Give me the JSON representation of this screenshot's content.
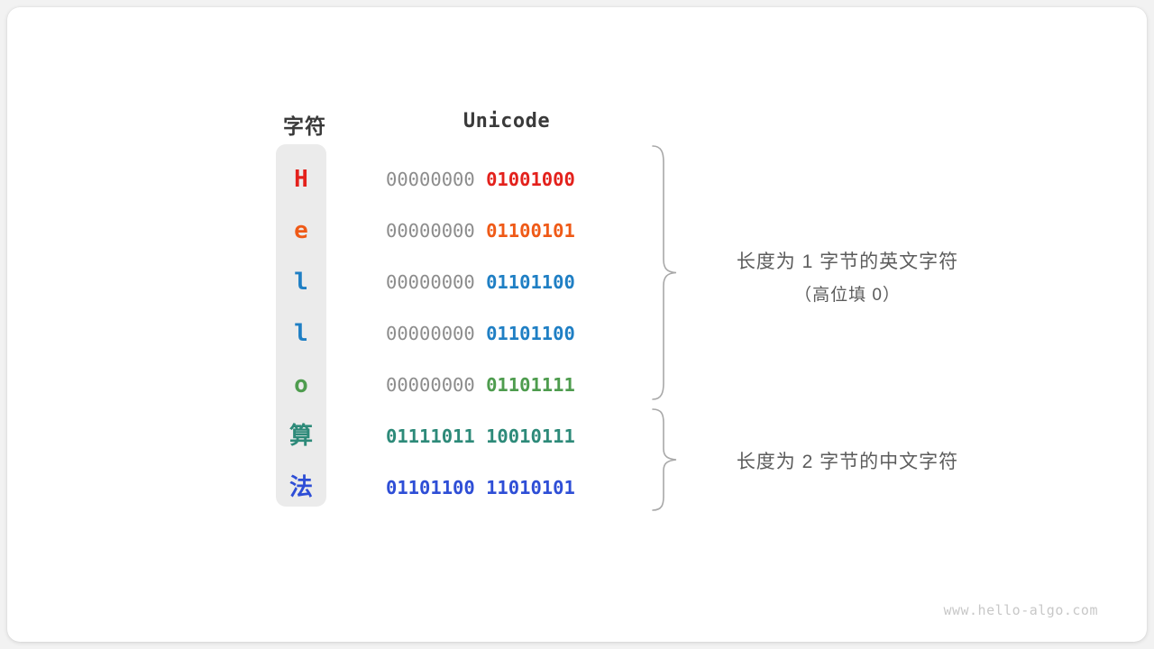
{
  "figure": {
    "headers": {
      "char": "字符",
      "unicode": "Unicode"
    },
    "rows": [
      {
        "char": "H",
        "script": "latin",
        "high_byte": "00000000",
        "low_byte": "01001000",
        "high_colored": false,
        "color": "#e3211c"
      },
      {
        "char": "e",
        "script": "latin",
        "high_byte": "00000000",
        "low_byte": "01100101",
        "high_colored": false,
        "color": "#ef5a17"
      },
      {
        "char": "l",
        "script": "latin",
        "high_byte": "00000000",
        "low_byte": "01101100",
        "high_colored": false,
        "color": "#1f7fc4"
      },
      {
        "char": "l",
        "script": "latin",
        "high_byte": "00000000",
        "low_byte": "01101100",
        "high_colored": false,
        "color": "#1f7fc4"
      },
      {
        "char": "o",
        "script": "latin",
        "high_byte": "00000000",
        "low_byte": "01101111",
        "high_colored": false,
        "color": "#4e9c4e"
      },
      {
        "char": "算",
        "script": "cjk",
        "high_byte": "01111011",
        "low_byte": "10010111",
        "high_colored": true,
        "color": "#2d8a79"
      },
      {
        "char": "法",
        "script": "cjk",
        "high_byte": "01101100",
        "low_byte": "11010101",
        "high_colored": true,
        "color": "#2e4ed6"
      }
    ],
    "annotations": [
      {
        "line1": "长度为 1 字节的英文字符",
        "line2": "（高位填 0）"
      },
      {
        "line1": "长度为 2 字节的中文字符",
        "line2": ""
      }
    ],
    "watermark": "www.hello-algo.com",
    "colors": {
      "background": "#f2f2f2",
      "card": "#ffffff",
      "column_bg": "#ebebeb",
      "high_byte_gray": "#8c8c8c",
      "header_text": "#3a3a3a",
      "annotation_text": "#5c5c5c",
      "brace": "#a8a8a8",
      "watermark": "#c8c8c8"
    }
  }
}
